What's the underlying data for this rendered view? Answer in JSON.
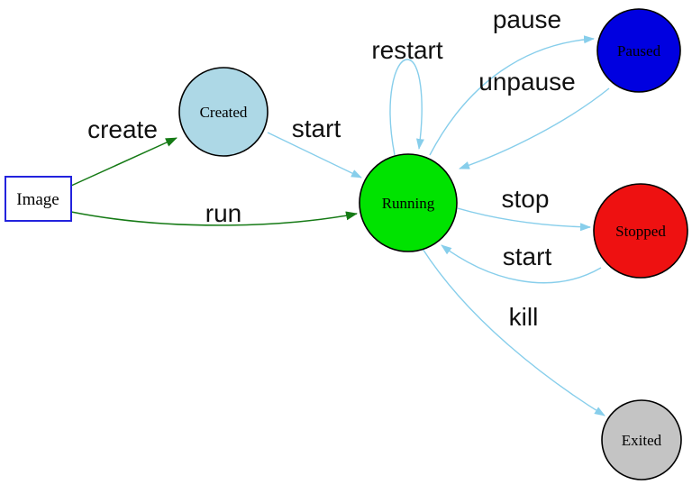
{
  "diagram": {
    "title": "container-lifecycle-state-diagram",
    "background": "#ffffff",
    "edge_colors": {
      "light": "#87ceeb",
      "dark": "#157a15"
    },
    "nodes": {
      "image": {
        "label": "Image",
        "fill": "#ffffff",
        "stroke": "#2323dd",
        "shape": "rect"
      },
      "created": {
        "label": "Created",
        "fill": "#add8e6",
        "stroke": "#000000",
        "shape": "circle"
      },
      "running": {
        "label": "Running",
        "fill": "#00e300",
        "stroke": "#000000",
        "shape": "circle"
      },
      "paused": {
        "label": "Paused",
        "fill": "#0000e0",
        "stroke": "#000000",
        "shape": "circle"
      },
      "stopped": {
        "label": "Stopped",
        "fill": "#ee1111",
        "stroke": "#000000",
        "shape": "circle"
      },
      "exited": {
        "label": "Exited",
        "fill": "#c4c4c4",
        "stroke": "#000000",
        "shape": "circle"
      }
    },
    "edges": {
      "create": {
        "label": "create",
        "from": "image",
        "to": "created",
        "color": "#157a15"
      },
      "run": {
        "label": "run",
        "from": "image",
        "to": "running",
        "color": "#157a15"
      },
      "start_created_running": {
        "label": "start",
        "from": "created",
        "to": "running",
        "color": "#87ceeb"
      },
      "restart": {
        "label": "restart",
        "from": "running",
        "to": "running",
        "color": "#87ceeb"
      },
      "pause": {
        "label": "pause",
        "from": "running",
        "to": "paused",
        "color": "#87ceeb"
      },
      "unpause": {
        "label": "unpause",
        "from": "paused",
        "to": "running",
        "color": "#87ceeb"
      },
      "stop": {
        "label": "stop",
        "from": "running",
        "to": "stopped",
        "color": "#87ceeb"
      },
      "start_stopped_running": {
        "label": "start",
        "from": "stopped",
        "to": "running",
        "color": "#87ceeb"
      },
      "kill": {
        "label": "kill",
        "from": "running",
        "to": "exited",
        "color": "#87ceeb"
      }
    }
  }
}
